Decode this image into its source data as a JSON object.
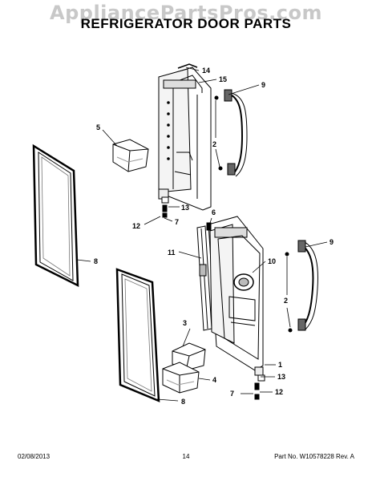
{
  "watermark": "AppliancePartsPros.com",
  "title": "REFRIGERATOR DOOR PARTS",
  "callouts": {
    "c14_top": "14",
    "c15": "15",
    "c9_top": "9",
    "c5": "5",
    "c2_top": "2",
    "c13_top": "13",
    "c12_top": "12",
    "c7_top": "7",
    "c6": "6",
    "c11": "11",
    "c8_top": "8",
    "c10": "10",
    "c9_bottom": "9",
    "c2_bottom": "2",
    "c3": "3",
    "c1": "1",
    "c4": "4",
    "c13_bottom": "13",
    "c7_bottom": "7",
    "c12_bottom": "12",
    "c8_bottom": "8"
  },
  "footer": {
    "date": "02/08/2013",
    "page": "14",
    "part_number": "Part No. W10578228  Rev. A"
  }
}
